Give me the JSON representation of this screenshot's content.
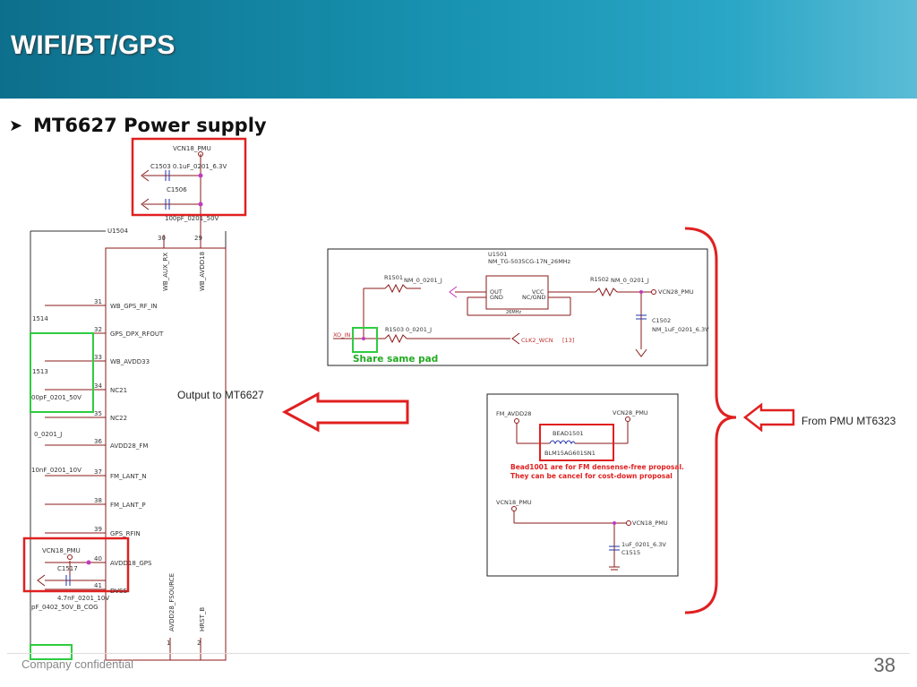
{
  "header": {
    "title": "WIFI/BT/GPS"
  },
  "bullet": {
    "text": "MT6627 Power supply"
  },
  "schematic": {
    "vcn18_top": "VCN18_PMU",
    "c1503": "C1503  0.1uF_0201_6.3V",
    "c1506": "C1506",
    "c1506_val": "100pF_0201_50V",
    "u1504": "U1504",
    "pin_labels": [
      "WB_AUX_RX",
      "WB_AVDD18"
    ],
    "pin_nums_top": [
      "30",
      "29"
    ],
    "pins": [
      {
        "num": "31",
        "name": "WB_GPS_RF_IN"
      },
      {
        "num": "32",
        "name": "GPS_DPX_RFOUT"
      },
      {
        "num": "33",
        "name": "WB_AVDD33"
      },
      {
        "num": "34",
        "name": "NC21"
      },
      {
        "num": "35",
        "name": "NC22"
      },
      {
        "num": "36",
        "name": "AVDD28_FM"
      },
      {
        "num": "37",
        "name": "FM_LANT_N"
      },
      {
        "num": "38",
        "name": "FM_LANT_P"
      },
      {
        "num": "39",
        "name": "GPS_RFIN"
      },
      {
        "num": "40",
        "name": "AVDD18_GPS"
      },
      {
        "num": "41",
        "name": "DVSS"
      }
    ],
    "left_labels": [
      "1514",
      "1513",
      "00pF_0201_50V",
      "0_0201_J",
      "10nF_0201_10V",
      "pF_0402_50V_B_COG",
      "4.7nF_0201_10V"
    ],
    "vcn18_bottom": "VCN18_PMU",
    "c1517": "C1517",
    "bottom_pins": [
      "AVDD28_FSOURCE",
      "HRST_B"
    ],
    "bottom_pin_nums": [
      "1",
      "2"
    ]
  },
  "xtal": {
    "u1501": "U1501",
    "part": "NM_TG-5035CG-17N_26MHz",
    "r1501": "R1501",
    "r1501_val": "NM_0_0201_J",
    "r1502": "R1502",
    "r1502_val": "NM_0_0201_J",
    "vcn28": "VCN28_PMU",
    "c1502": "C1502",
    "c1502_val": "NM_1uF_0201_6.3V",
    "r1503": "R1503",
    "r1503_val": "0_0201_J",
    "xo_in": "XO_IN",
    "clk": "CLK2_WCN",
    "clk_ref": "[13]",
    "out": "OUT",
    "gnd": "GND",
    "vcc": "VCC",
    "nc": "NC/GND",
    "freq": "26MHz",
    "share": "Share same pad"
  },
  "fm": {
    "fm_avdd": "FM_AVDD28",
    "vcn28": "VCN28_PMU",
    "bead": "BEAD1501",
    "bead_part": "BLM15AG601SN1",
    "note1": "Bead1001 are for FM densense-free proposal.",
    "note2": "They can be cancel for cost-down proposal",
    "vcn18": "VCN18_PMU",
    "vcn18_r": "VCN18_PMU",
    "c1515_val": "1uF_0201_6.3V",
    "c1515": "C1515"
  },
  "annotations": {
    "output_label": "Output to MT6627",
    "from_label": "From PMU MT6323"
  },
  "footer": {
    "confidential": "Company confidential",
    "page": "38"
  },
  "colors": {
    "accent_red": "#e02020",
    "highlight_green": "#2ecc40",
    "schematic_line": "#8b1a1a",
    "wire_red": "#c03030"
  }
}
